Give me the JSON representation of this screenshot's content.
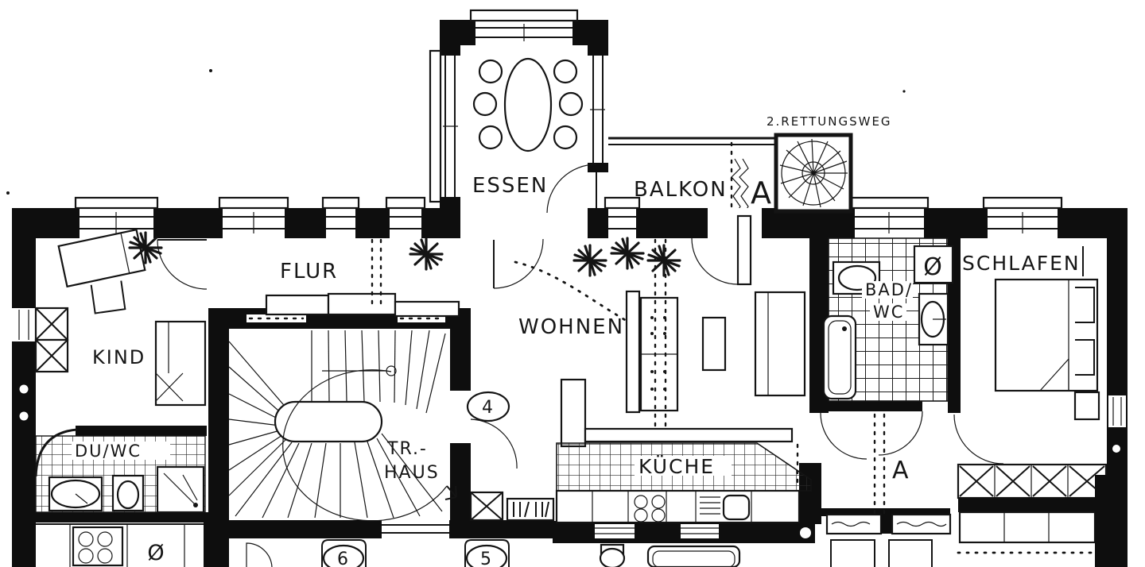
{
  "plan": {
    "escape_route_label": "2.RETTUNGSWEG",
    "rooms": {
      "essen": "ESSEN",
      "balkon": "BALKON",
      "flur": "FLUR",
      "wohnen": "WOHNEN",
      "kind": "KIND",
      "du_wc": "DU/WC",
      "tr_haus_line1": "TR.-",
      "tr_haus_line2": "HAUS",
      "kueche": "KÜCHE",
      "bad_line1": "BAD/",
      "bad_line2": "WC",
      "schlafen": "SCHLAFEN"
    },
    "markers": {
      "section_a_balcony": "A",
      "section_a_hall": "A",
      "door_4": "4",
      "door_5": "5",
      "door_6": "6",
      "shaft_bad": "Ø",
      "shaft_kitchen": "Ø"
    },
    "colors": {
      "ink": "#141414",
      "paper": "#ffffff"
    }
  }
}
